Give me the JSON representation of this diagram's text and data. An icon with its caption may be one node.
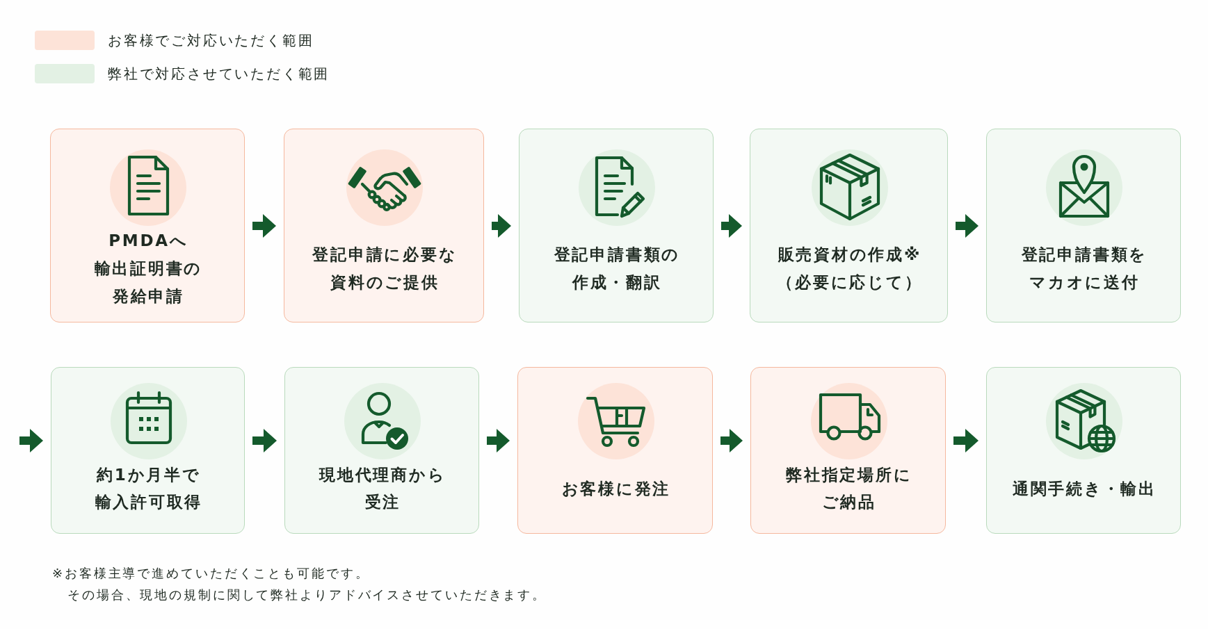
{
  "diagram": {
    "nodes": [
      {
        "text": [
          "PMDAへ輸出証明書の発給申請"
        ]
      },
      {
        "text": [
          "登記申請に必要な資料のご提供"
        ]
      },
      {
        "text": [
          "登記申請書類の作成・翻訳"
        ]
      },
      {
        "text": [
          "販売資材の作成※（必要に応じて）"
        ]
      },
      {
        "text": [
          "登記申請書類をマカオに送付"
        ]
      },
      {
        "text": [
          "約1か月半で輸入許可取得"
        ]
      },
      {
        "text": [
          "現地代理商から受注"
        ]
      },
      {
        "text": [
          "お客様に発注"
        ]
      },
      {
        "text": [
          "弊社指定場所にご納品"
        ]
      },
      {
        "text": [
          "通関手続き・輸出"
        ]
      }
    ],
    "edges": [
      {
        "from": 0,
        "to": 1,
        "arrow": "to"
      },
      {
        "from": 1,
        "to": 2,
        "arrow": "to"
      },
      {
        "from": 2,
        "to": 3,
        "arrow": "to"
      },
      {
        "from": 3,
        "to": 4,
        "arrow": "to"
      },
      {
        "from": null,
        "to": 5,
        "arrow": "to"
      },
      {
        "from": 5,
        "to": 6,
        "arrow": "to"
      },
      {
        "from": 6,
        "to": 7,
        "arrow": "to"
      },
      {
        "from": 7,
        "to": 8,
        "arrow": "to"
      },
      {
        "from": 8,
        "to": 9,
        "arrow": "to"
      }
    ],
    "labels": [
      "※お客様主導で進めていただくことも可能です。",
      "その場合、現地の規制に関して弊社よりアドバイスさせていただきます。"
    ],
    "legend": [
      {
        "text": "お客様でご対応いただく範囲",
        "color": "#fde3d8"
      },
      {
        "text": "弊社で対応させていただく範囲",
        "color": "#e3f1e4"
      }
    ]
  }
}
